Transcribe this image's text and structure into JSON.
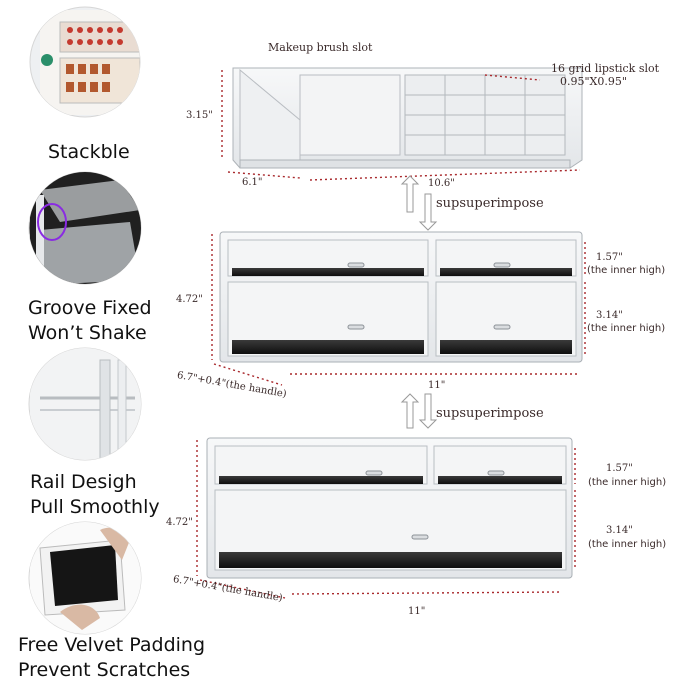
{
  "features": [
    {
      "label": "Stackble"
    },
    {
      "label": "Groove Fixed\nWon’t Shake"
    },
    {
      "label": "Rail Desigh\nPull Smoothly"
    },
    {
      "label": "Free Velvet Padding\nPrevent Scratches"
    }
  ],
  "top_tray": {
    "brush_slot_label": "Makeup brush slot",
    "lipstick_slot_label": "16 grid lipstick slot",
    "lipstick_slot_size": "0.95\"X0.95\"",
    "height": "3.15\"",
    "depth": "6.1\"",
    "width": "10.6\""
  },
  "superimpose_label_1": "supsuperimpose",
  "superimpose_label_2": "supsuperimpose",
  "middle_unit": {
    "height": "4.72\"",
    "top_drawer_height": "1.57\"",
    "top_drawer_note": "(the inner high)",
    "bottom_drawer_height": "3.14\"",
    "bottom_drawer_note": "(the inner high)",
    "depth": "6.7\"+0.4\"(the handle)",
    "width": "11\""
  },
  "bottom_unit": {
    "height": "4.72\"",
    "top_drawer_height": "1.57\"",
    "top_drawer_note": "(the inner high)",
    "bottom_drawer_height": "3.14\"",
    "bottom_drawer_note": "(the inner high)",
    "depth": "6.7\"+0.4\"(the handle)",
    "width": "11\""
  },
  "colors": {
    "dim_line": "#a8282c",
    "acrylic": "#c9ced3",
    "velvet": "#1b1b1b"
  }
}
